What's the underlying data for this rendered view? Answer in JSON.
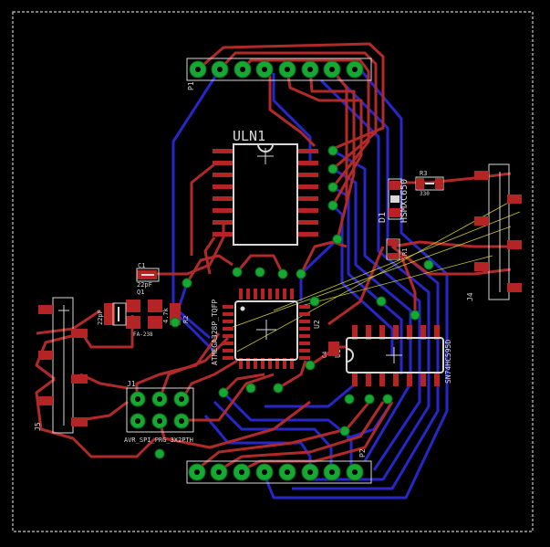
{
  "colors": {
    "background": "#000000",
    "top_trace": "#b02a2a",
    "bottom_trace": "#2727c9",
    "pad": "#16a832",
    "silk": "#d8d8d8",
    "airwire": "#c8c830",
    "dimension": "#c8c8c8",
    "smd": "#b52424"
  },
  "labels": {
    "p1": "P1",
    "uln1": "ULN1",
    "c1": "C1",
    "c2": "22pF",
    "q1": "Q1",
    "c3": "22pF",
    "crystal": "FA-238",
    "r4": "4.7k",
    "r2": "R2",
    "atmega": "ATMEGA328P_TQFP",
    "u2": "U2",
    "j1": "J1",
    "avr_spi": "AVR_SPI_PRG_3X2PTH",
    "j5": "J5",
    "j4": "J4",
    "d1": "D1",
    "hsmx": "HSMXC650",
    "r3": "R3",
    "r3v": "330",
    "r1": "R1",
    "u1": "U1",
    "sn74": "SN74HC595D",
    "p2": "P2",
    "c4": "C4"
  }
}
